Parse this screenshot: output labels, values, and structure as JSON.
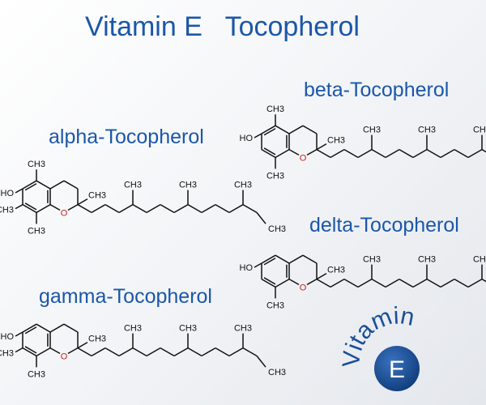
{
  "title": "Vitamin E   Tocopherol",
  "labels": {
    "alpha": "alpha-Tocopherol",
    "beta": "beta-Tocopherol",
    "gamma": "gamma-Tocopherol",
    "delta": "delta-Tocopherol"
  },
  "atoms": {
    "hydroxyl": "HO",
    "oxygen": "O",
    "methyl": "CH3"
  },
  "badge": {
    "word": "Vitamin",
    "letter": "E"
  },
  "colors": {
    "title": "#1b57a8",
    "oxygen": "#c62020",
    "badge": "#1b4f96"
  }
}
